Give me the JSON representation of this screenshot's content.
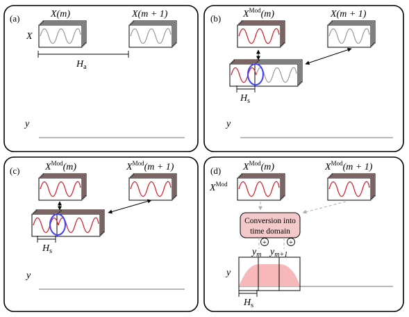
{
  "colors": {
    "pink_fill": "#f3c9c9",
    "red_wave": "#d0202a",
    "gray_wave": "#9a9a9a",
    "axis_gray": "#b8b8b8",
    "highlight_blue": "#4040ff",
    "output_fill": "#f6b8b8"
  },
  "panel_a": {
    "label": "(a)",
    "frame_m": "X(m)",
    "frame_m1": "X(m + 1)",
    "row_label": "X",
    "hop_label": "H",
    "hop_sub": "a",
    "y_label": "y"
  },
  "panel_b": {
    "label": "(b)",
    "frame_m_base": "X",
    "frame_m_sup": "Mod",
    "frame_m_arg": "(m)",
    "frame_m1": "X(m + 1)",
    "hop_label": "H",
    "hop_sub": "s",
    "y_label": "y"
  },
  "panel_c": {
    "label": "(c)",
    "frame_m_base": "X",
    "frame_m_sup": "Mod",
    "frame_m_arg": "(m)",
    "frame_m1_base": "X",
    "frame_m1_sup": "Mod",
    "frame_m1_arg": "(m + 1)",
    "hop_label": "H",
    "hop_sub": "s",
    "y_label": "y"
  },
  "panel_d": {
    "label": "(d)",
    "frame_m_base": "X",
    "frame_m_sup": "Mod",
    "frame_m_arg": "(m)",
    "frame_m1_base": "X",
    "frame_m1_sup": "Mod",
    "frame_m1_arg": "(m + 1)",
    "row_label_base": "X",
    "row_label_sup": "Mod",
    "conversion_line1": "Conversion into",
    "conversion_line2": "time domain",
    "plus_symbol": "+",
    "out_m_base": "y",
    "out_m_sub": "m",
    "out_m1_base": "y",
    "out_m1_sub": "m+1",
    "y_label": "y",
    "hop_label": "H",
    "hop_sub": "s"
  }
}
